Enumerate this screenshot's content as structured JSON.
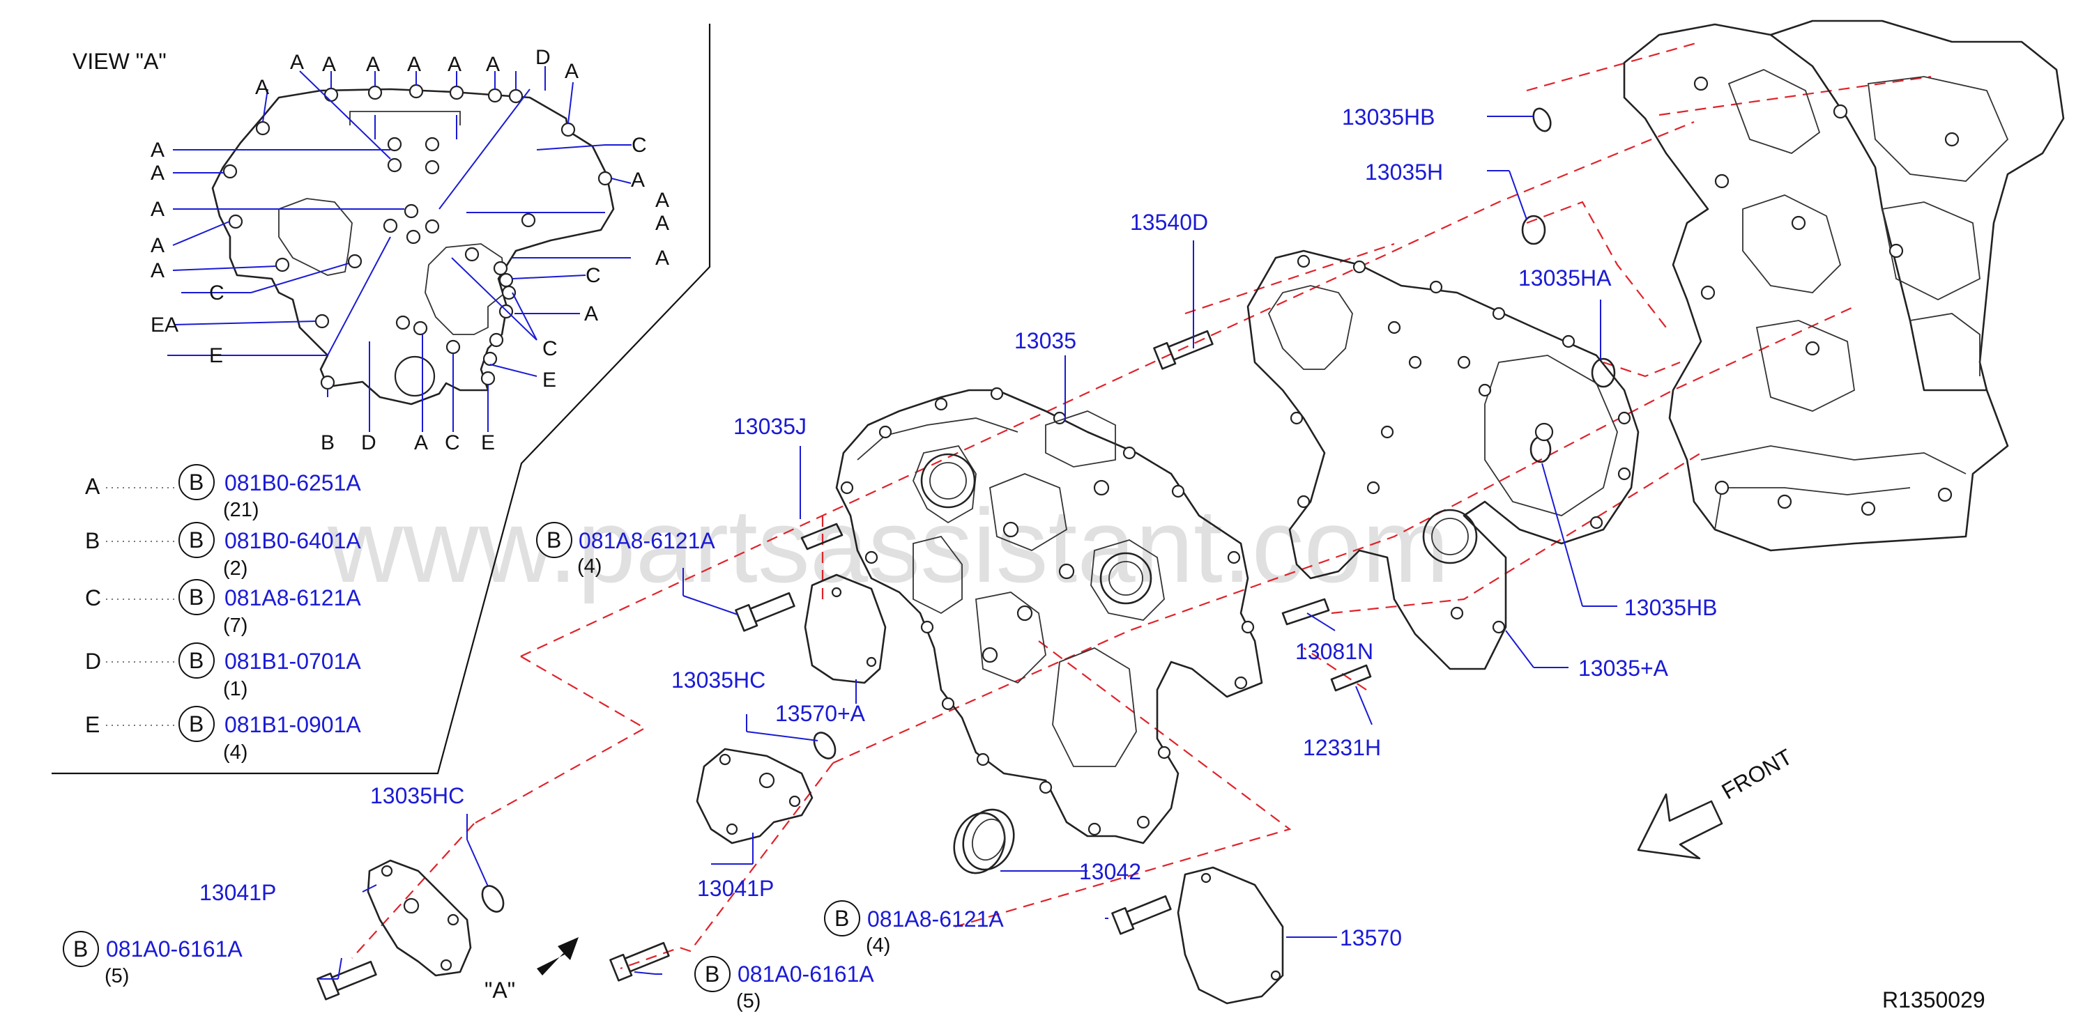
{
  "view_title": "VIEW  \"A\"",
  "view_letters": {
    "top": [
      "A",
      "A",
      "A",
      "A",
      "A",
      "A",
      "A",
      "D",
      "A"
    ],
    "left": [
      "A",
      "A",
      "A",
      "A",
      "A",
      "A",
      "C",
      "E",
      "E"
    ],
    "right": [
      "C",
      "A",
      "A",
      "A",
      "A",
      "C",
      "A",
      "C",
      "E"
    ],
    "bottom": [
      "B",
      "D",
      "A",
      "C",
      "E"
    ]
  },
  "legend": [
    {
      "letter": "A",
      "symbol": "B",
      "part": "081B0-6251A",
      "qty": "(21)"
    },
    {
      "letter": "B",
      "symbol": "B",
      "part": "081B0-6401A",
      "qty": "(2)"
    },
    {
      "letter": "C",
      "symbol": "B",
      "part": "081A8-6121A",
      "qty": "(7)"
    },
    {
      "letter": "D",
      "symbol": "B",
      "part": "081B1-0701A",
      "qty": "(1)"
    },
    {
      "letter": "E",
      "symbol": "B",
      "part": "081B1-0901A",
      "qty": "(4)"
    }
  ],
  "labels": {
    "hb_top": "13035HB",
    "h": "13035H",
    "d540": "13540D",
    "ha": "13035HA",
    "c13035": "13035",
    "j": "13035J",
    "hb_right": "13035HB",
    "n081": "13081N",
    "plusA": "13035+A",
    "h12331": "12331H",
    "hc_mid": "13035HC",
    "p570A": "13570+A",
    "hc_left": "13035HC",
    "p041_left": "13041P",
    "p041_mid": "13041P",
    "p042": "13042",
    "p570": "13570",
    "front": "FRONT",
    "view_a_ref": "\"A\"",
    "ref_code": "R1350029"
  },
  "bolts": {
    "b1": {
      "symbol": "B",
      "part": "081A8-6121A",
      "qty": "(4)"
    },
    "b2": {
      "symbol": "B",
      "part": "081A0-6161A",
      "qty": "(5)"
    },
    "b3": {
      "symbol": "B",
      "part": "081A0-6161A",
      "qty": "(5)"
    },
    "b4": {
      "symbol": "B",
      "part": "081A8-6121A",
      "qty": "(4)"
    }
  },
  "watermark": "www.partsassistant.com",
  "colors": {
    "part_number": "#1a1ad6",
    "assembly_line": "#e0222a",
    "outline": "#222222"
  }
}
